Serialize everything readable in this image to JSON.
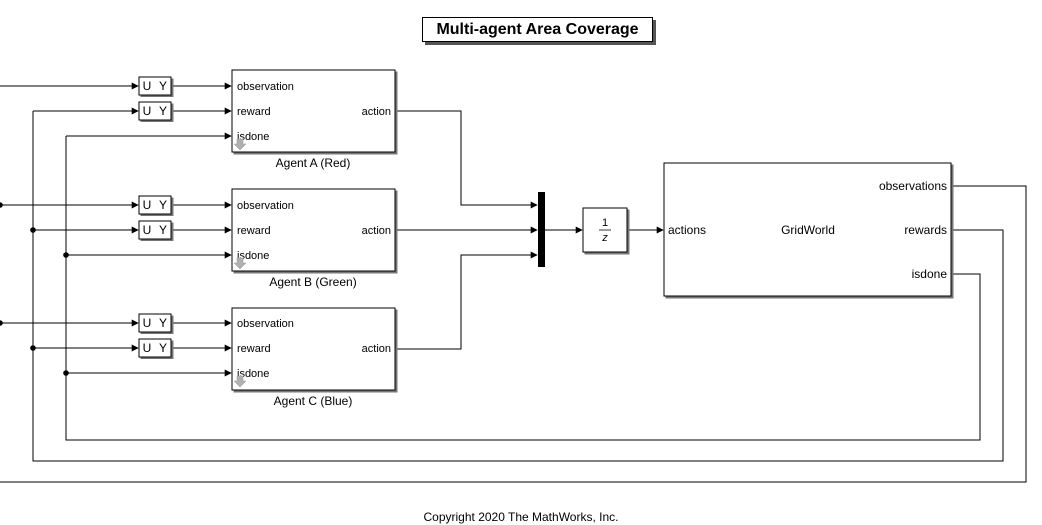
{
  "title": "Multi-agent Area Coverage",
  "copyright": "Copyright 2020 The MathWorks, Inc.",
  "agents": [
    {
      "name": "Agent A (Red)",
      "in_ports": [
        "observation",
        "reward",
        "isdone"
      ],
      "out_port": "action"
    },
    {
      "name": "Agent B (Green)",
      "in_ports": [
        "observation",
        "reward",
        "isdone"
      ],
      "out_port": "action"
    },
    {
      "name": "Agent C (Blue)",
      "in_ports": [
        "observation",
        "reward",
        "isdone"
      ],
      "out_port": "action"
    }
  ],
  "selector_label_u": "U",
  "selector_label_y": "Y",
  "unit_delay": {
    "num": "1",
    "den": "z"
  },
  "gridworld": {
    "name": "GridWorld",
    "in_port": "actions",
    "out_ports": [
      "observations",
      "rewards",
      "isdone"
    ]
  }
}
